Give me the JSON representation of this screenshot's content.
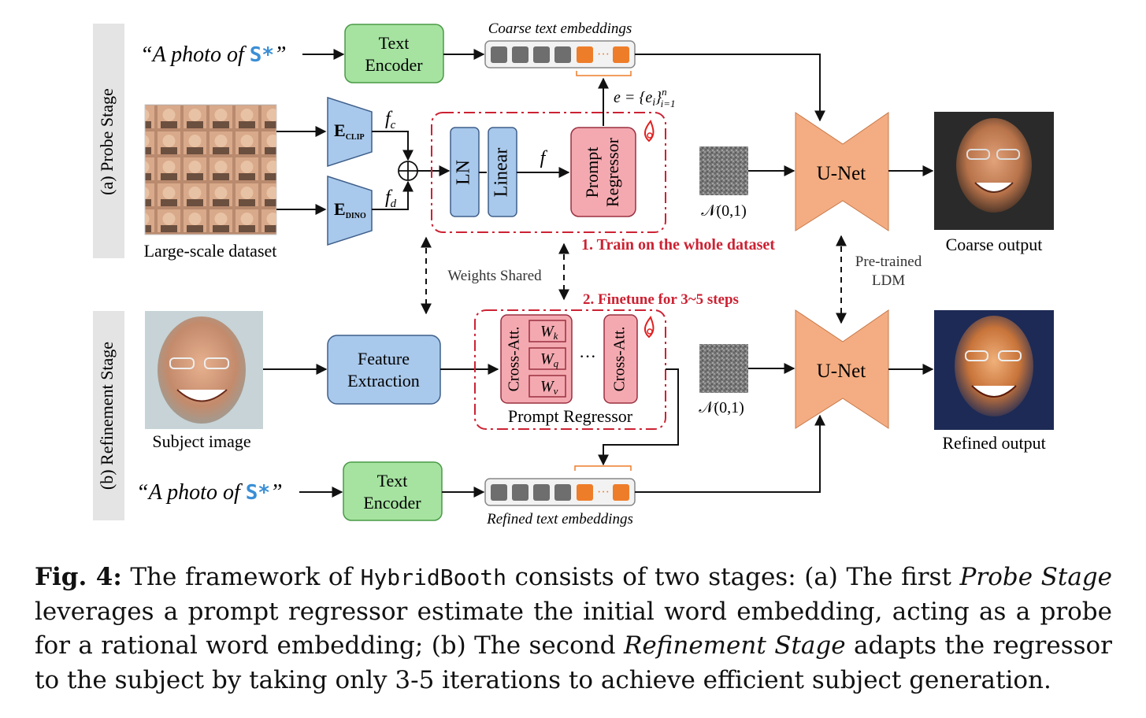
{
  "stage_labels": {
    "probe": "(a) Probe Stage",
    "refinement": "(b) Refinement Stage"
  },
  "prompt_text": {
    "open": "“A photo of",
    "token": "S*",
    "close": "”"
  },
  "text_encoder": {
    "line1": "Text",
    "line2": "Encoder"
  },
  "embeddings": {
    "coarse": "Coarse text embeddings",
    "refined": "Refined text embeddings",
    "dots": "···",
    "formula": "e = {e_i}^n_{i=1}"
  },
  "dataset_label": "Large-scale dataset",
  "encoders": {
    "clip_main": "E",
    "clip_sub": "CLIP",
    "dino_main": "E",
    "dino_sub": "DINO",
    "fc_main": "f",
    "fc_sub": "c",
    "fd_main": "f",
    "fd_sub": "d"
  },
  "blocks": {
    "ln": "LN",
    "linear": "Linear",
    "f": "f",
    "prompt_regressor_l1": "Prompt",
    "prompt_regressor_l2": "Regressor",
    "feature_extraction_l1": "Feature",
    "feature_extraction_l2": "Extraction",
    "cross_att": "Cross-Att.",
    "wk": "W",
    "wk_sub": "k",
    "wq": "W",
    "wq_sub": "q",
    "wv": "W",
    "wv_sub": "v",
    "ellipsis": "···",
    "prompt_regressor_label": "Prompt Regressor"
  },
  "annotations": {
    "train": "1. Train on the whole dataset",
    "finetune": "2. Finetune for 3~5 steps",
    "weights_shared": "Weights Shared",
    "pretrained_l1": "Pre-trained",
    "pretrained_l2": "LDM"
  },
  "noise_label": "𝒩(0,1)",
  "unet": "U-Net",
  "outputs": {
    "coarse": "Coarse output",
    "refined": "Refined output",
    "subject": "Subject image"
  },
  "caption": {
    "fig": "Fig. 4:",
    "part1": " The framework of ",
    "method": "HybridBooth",
    "part2": " consists of two stages: (a) The first ",
    "probe": "Probe Stage",
    "part3": " leverages a prompt regressor estimate the initial word embedding, acting as a probe for a rational word embedding; (b) The second ",
    "refinement": "Refinement Stage",
    "part4": " adapts the regressor to the subject by taking only 3-5 iterations to achieve efficient subject generation."
  },
  "colors": {
    "green_fill": "#a6e3a1",
    "green_stroke": "#4a9a46",
    "blue_fill": "#a9c9ec",
    "blue_stroke": "#3f5f8a",
    "pink_fill": "#f4a9b0",
    "pink_stroke": "#9a3040",
    "orange_unet": "#f4ad82",
    "orange_token": "#ee7d2a",
    "gray_token": "#6e6e6e",
    "red_dash": "#cc2233",
    "token_accent": "#3a8fd6",
    "stage_bar": "#e4e4e4"
  }
}
